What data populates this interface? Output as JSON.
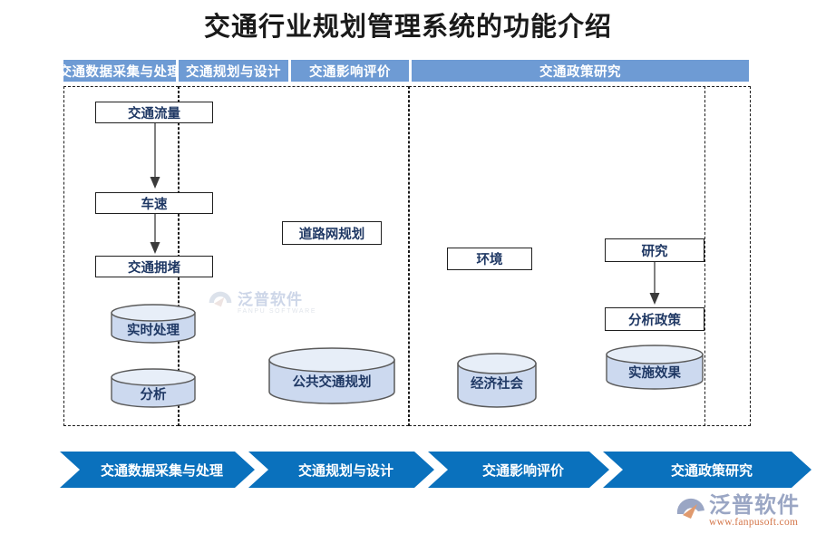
{
  "title": "交通行业规划管理系统的功能介绍",
  "colors": {
    "header_bar": "#6e9bd4",
    "chevron": "#0a71bd",
    "text_navy": "#1f3864",
    "cylinder_fill": "#ccd9ef",
    "cylinder_stroke": "#5a5a5a",
    "panel_border": "#1a1a1a",
    "box_border": "#1f1f1f",
    "logo_orange": "#d4764a"
  },
  "columns": [
    {
      "header": "交通数据采集与处理",
      "boxes": [
        "交通流量",
        "车速",
        "交通拥堵"
      ],
      "cylinders": [
        "实时处理",
        "分析"
      ]
    },
    {
      "header": "交通规划与设计",
      "boxes": [
        "道路网规划"
      ],
      "cylinders": [
        "公共交通规划"
      ]
    },
    {
      "header": "交通影响评价",
      "boxes": [
        "环境"
      ],
      "cylinders": [
        "经济社会"
      ]
    },
    {
      "header": "交通政策研究",
      "boxes": [
        "研究",
        "分析政策"
      ],
      "cylinders": [
        "实施效果"
      ]
    }
  ],
  "chevrons": [
    "交通数据采集与处理",
    "交通规划与设计",
    "交通影响评价",
    "交通政策研究"
  ],
  "watermark": {
    "cn": "泛普软件",
    "en": "FANPU SOFTWARE"
  },
  "logo": {
    "cn": "泛普软件",
    "url": "www.fanpusoft.com"
  }
}
